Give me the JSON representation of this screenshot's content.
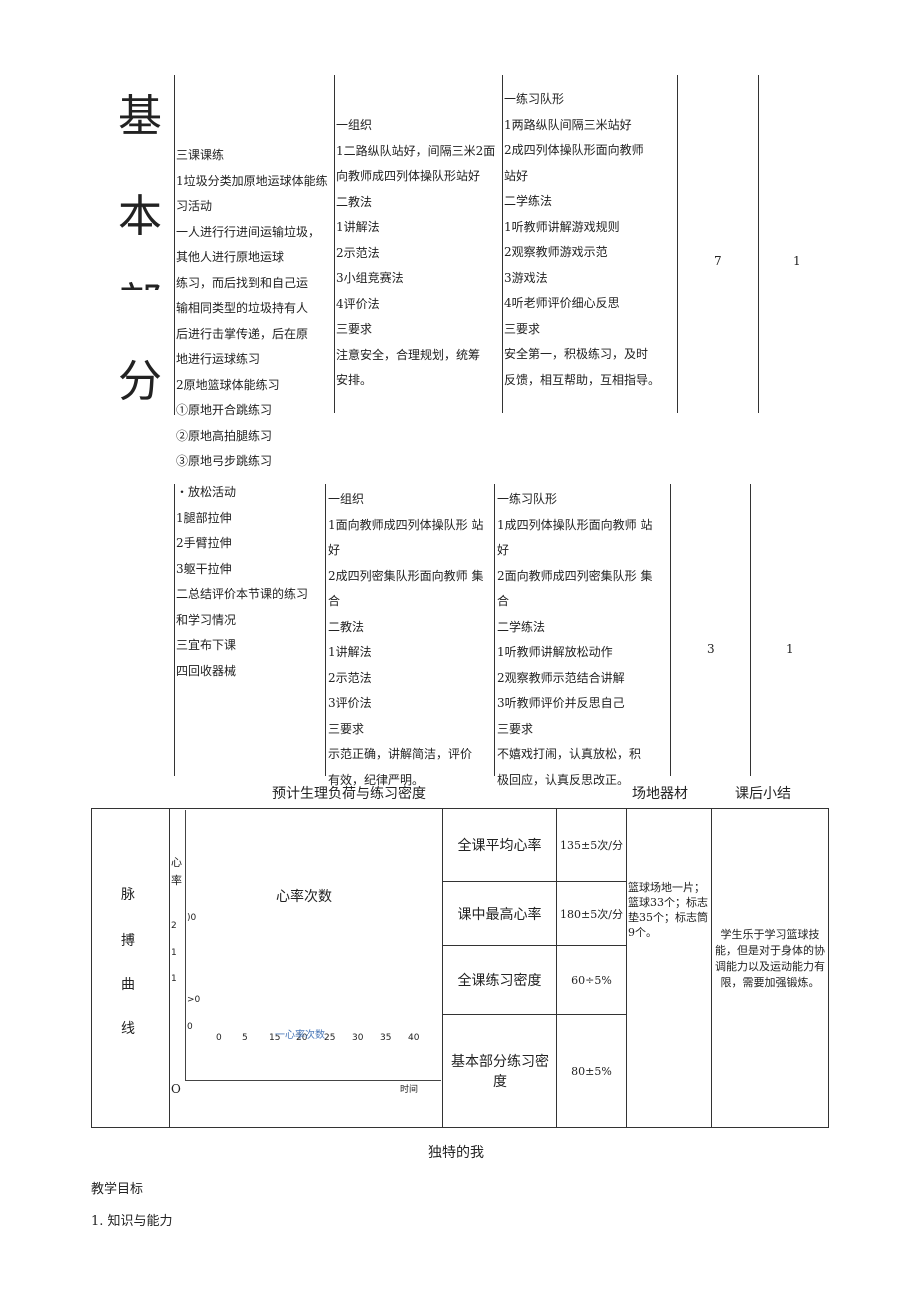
{
  "section1": {
    "big_chars": [
      "基",
      "本",
      "部",
      "分"
    ],
    "content": [
      "三课课练",
      "1垃圾分类加原地运球体能练",
      "习活动",
      "一人进行行进间运输垃圾，",
      "其他人进行原地运球",
      "练习，而后找到和自己运",
      "输相同类型的垃圾持有人",
      "后进行击掌传递，后在原",
      "地进行运球练习",
      "2原地篮球体能练习",
      "①原地开合跳练习",
      "②原地高拍腿练习",
      "③原地弓步跳练习"
    ],
    "teacher": [
      "一组织",
      "1二路纵队站好，间隔三米2面",
      "向教师成四列体操队形站好",
      "二教法",
      "1讲解法",
      "2示范法",
      "3小组竞赛法",
      "4评价法",
      "三要求",
      "注意安全，合理规划，统筹",
      "安排。"
    ],
    "student": [
      "一练习队形",
      "1两路纵队间隔三米站好",
      "2成四列体操队形面向教师",
      "站好",
      "二学练法",
      "1听教师讲解游戏规则",
      "2观察教师游戏示范",
      "3游戏法",
      "4听老师评价细心反思",
      "三要求",
      "安全第一，积极练习，及时",
      "反馈，相互帮助，互相指导。"
    ],
    "time": "7",
    "count": "1"
  },
  "section2": {
    "content": [
      "・放松活动",
      "1腿部拉伸",
      "2手臂拉伸",
      "3躯干拉伸",
      "二总结评价本节课的练习",
      "和学习情况",
      "三宜布下课",
      "四回收器械"
    ],
    "teacher": [
      "一组织",
      "1面向教师成四列体操队形 站",
      "好",
      "2成四列密集队形面向教师 集",
      "合",
      "二教法",
      "1讲解法",
      "2示范法",
      "3评价法",
      "三要求",
      "示范正确，讲解简洁，评价",
      "有效，纪律严明。"
    ],
    "student": [
      "一练习队形",
      "1成四列体操队形面向教师 站",
      "好",
      "2面向教师成四列密集队形 集",
      "合",
      "二学练法",
      "1听教师讲解放松动作",
      "2观察教师示范结合讲解",
      "3听教师评价并反思自己",
      "三要求",
      "不嬉戏打闹，认真放松，积",
      "极回应，认真反思改正。"
    ],
    "time": "3",
    "count": "1"
  },
  "table_headers": {
    "load": "预计生理负荷与练习密度",
    "venue": "场地器材",
    "summary": "课后小结"
  },
  "pulse": {
    "side_label": [
      "脉",
      "搏",
      "曲",
      "线"
    ],
    "chart_title": "心率次数",
    "ylabel_chars": [
      "心",
      "率"
    ],
    "y_ticks": [
      "2",
      "1",
      "1",
      ">0",
      "0"
    ],
    "y_marker": ")0",
    "x_ticks": [
      "0",
      "5",
      "15",
      "20",
      "25",
      "30",
      "35",
      "40"
    ],
    "legend": "一心率次数",
    "origin": "O",
    "xlabel": "时间"
  },
  "stats": [
    {
      "label": "全课平均心率",
      "value": "135±5次/分"
    },
    {
      "label": "课中最高心率",
      "value": "180±5次/分"
    },
    {
      "label": "全课练习密度",
      "value": "60÷5%"
    },
    {
      "label": "基本部分练习密度",
      "value": "80±5%"
    }
  ],
  "venue_text": "篮球场地一片；篮球33个；标志垫35个；标志筒9个。",
  "summary_text": "学生乐于学习篮球技能，但是对于身体的协调能力以及运动能力有限，需要加强锻炼。",
  "footer": {
    "title": "独特的我",
    "heading": "教学目标",
    "item": "1. 知识与能力"
  }
}
